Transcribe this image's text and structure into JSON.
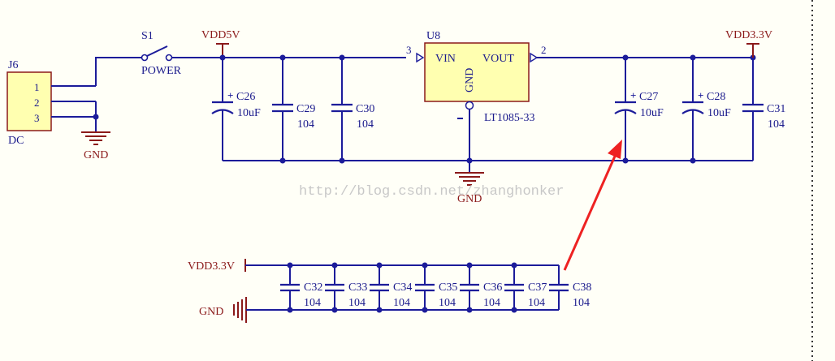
{
  "connector": {
    "ref": "J6",
    "value": "DC",
    "pins": [
      "1",
      "2",
      "3"
    ]
  },
  "switch": {
    "ref": "S1",
    "value": "POWER"
  },
  "nets": {
    "vdd5": "VDD5V",
    "vdd33": "VDD3.3V",
    "gnd": "GND"
  },
  "regulator": {
    "ref": "U8",
    "value": "LT1085-33",
    "pin_in": "VIN",
    "pin_out": "VOUT",
    "pin_gnd": "GND",
    "pin_in_num": "3",
    "pin_out_num": "2"
  },
  "capacitors": [
    {
      "ref": "C26",
      "value": "10uF"
    },
    {
      "ref": "C29",
      "value": "104"
    },
    {
      "ref": "C30",
      "value": "104"
    },
    {
      "ref": "C27",
      "value": "10uF"
    },
    {
      "ref": "C28",
      "value": "10uF"
    },
    {
      "ref": "C31",
      "value": "104"
    }
  ],
  "decoupling": {
    "vdd_label": "VDD3.3V",
    "gnd_label": "GND",
    "caps": [
      {
        "ref": "C32",
        "value": "104"
      },
      {
        "ref": "C33",
        "value": "104"
      },
      {
        "ref": "C34",
        "value": "104"
      },
      {
        "ref": "C35",
        "value": "104"
      },
      {
        "ref": "C36",
        "value": "104"
      },
      {
        "ref": "C37",
        "value": "104"
      },
      {
        "ref": "C38",
        "value": "104"
      }
    ]
  },
  "polarity_mark": "+",
  "watermark": "http://blog.csdn.net/zhanghonker",
  "colors": {
    "background": "#fffff7",
    "wire": "#1c1c9a",
    "power_port": "#8b1a1a",
    "component_fill": "#ffffb0",
    "arrow": "#ee2222",
    "border": "#333333"
  }
}
